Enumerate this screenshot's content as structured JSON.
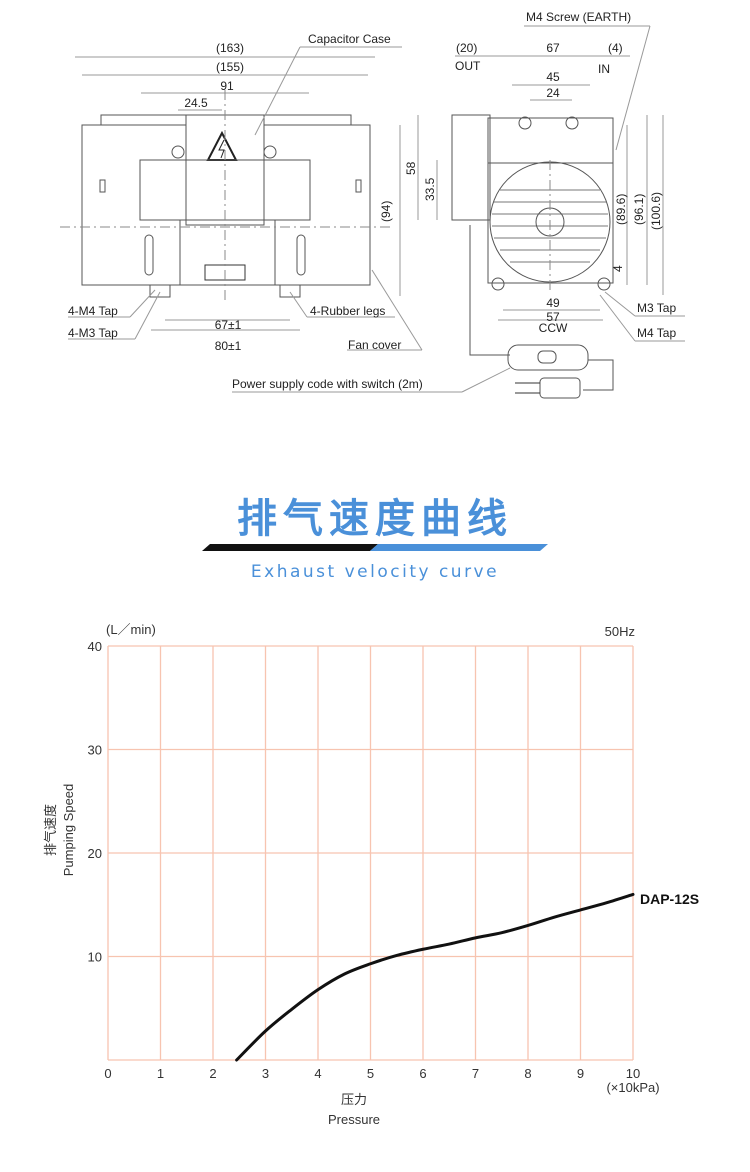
{
  "drawing": {
    "front_view": {
      "capacitor_case": "Capacitor Case",
      "dim_163": "(163)",
      "dim_155": "(155)",
      "dim_91": "91",
      "dim_24_5": "24.5",
      "dim_94": "(94)",
      "dim_67": "67±1",
      "dim_80": "80±1",
      "m4_tap": "4-M4 Tap",
      "m3_tap": "4-M3 Tap",
      "rubber_legs": "4-Rubber legs",
      "fan_cover": "Fan cover",
      "power_cord": "Power supply code with switch (2m)"
    },
    "side_view": {
      "earth_screw": "M4 Screw (EARTH)",
      "dim_20": "(20)",
      "dim_67": "67",
      "dim_4_top": "(4)",
      "out": "OUT",
      "in": "IN",
      "dim_45": "45",
      "dim_24": "24",
      "dim_58": "58",
      "dim_33_5": "33.5",
      "dim_89_6": "(89.6)",
      "dim_96_1": "(96.1)",
      "dim_100_6": "(100.6)",
      "dim_4": "4",
      "dim_49": "49",
      "dim_57": "57",
      "ccw": "CCW",
      "m3_tap": "M3 Tap",
      "m4_tap": "M4 Tap"
    }
  },
  "section": {
    "title_cn": "排气速度曲线",
    "title_en": "Exhaust velocity curve",
    "accent_color": "#4a90d9"
  },
  "chart_data": {
    "type": "line",
    "title": "",
    "frequency_label": "50Hz",
    "y_unit": "(L／min)",
    "ylabel_cn": "排气速度",
    "ylabel": "Pumping Speed",
    "xlabel_cn": "压力",
    "xlabel": "Pressure",
    "x_unit": "(×10kPa)",
    "xlim": [
      0,
      10
    ],
    "ylim": [
      0,
      40
    ],
    "x_ticks": [
      "0",
      "1",
      "2",
      "3",
      "4",
      "5",
      "6",
      "7",
      "8",
      "9",
      "10"
    ],
    "y_ticks": [
      "10",
      "20",
      "30",
      "40"
    ],
    "grid": true,
    "grid_color": "#f7c4b0",
    "series": [
      {
        "name": "DAP-12S",
        "x": [
          2.45,
          3,
          3.5,
          4,
          4.5,
          5,
          5.5,
          6,
          6.5,
          7,
          7.5,
          8,
          8.5,
          9,
          9.5,
          10
        ],
        "y": [
          0,
          2.8,
          4.9,
          6.8,
          8.3,
          9.3,
          10.1,
          10.7,
          11.2,
          11.8,
          12.3,
          13.0,
          13.8,
          14.5,
          15.2,
          16.0
        ]
      }
    ]
  }
}
